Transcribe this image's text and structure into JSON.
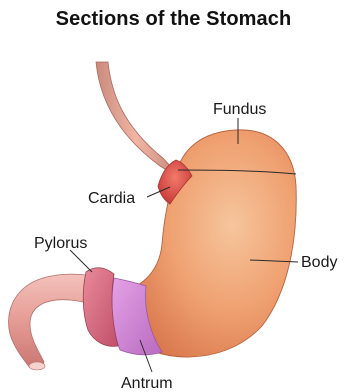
{
  "title": "Sections of the Stomach",
  "labels": {
    "fundus": "Fundus",
    "cardia": "Cardia",
    "pylorus": "Pylorus",
    "body": "Body",
    "antrum": "Antrum"
  },
  "colors": {
    "stomach_body": "#f0a070",
    "cardia": "#e0504c",
    "pylorus": "#d86a80",
    "antrum": "#d38ad8",
    "esophagus": "#e6a090",
    "duodenum": "#e8a7a0"
  }
}
